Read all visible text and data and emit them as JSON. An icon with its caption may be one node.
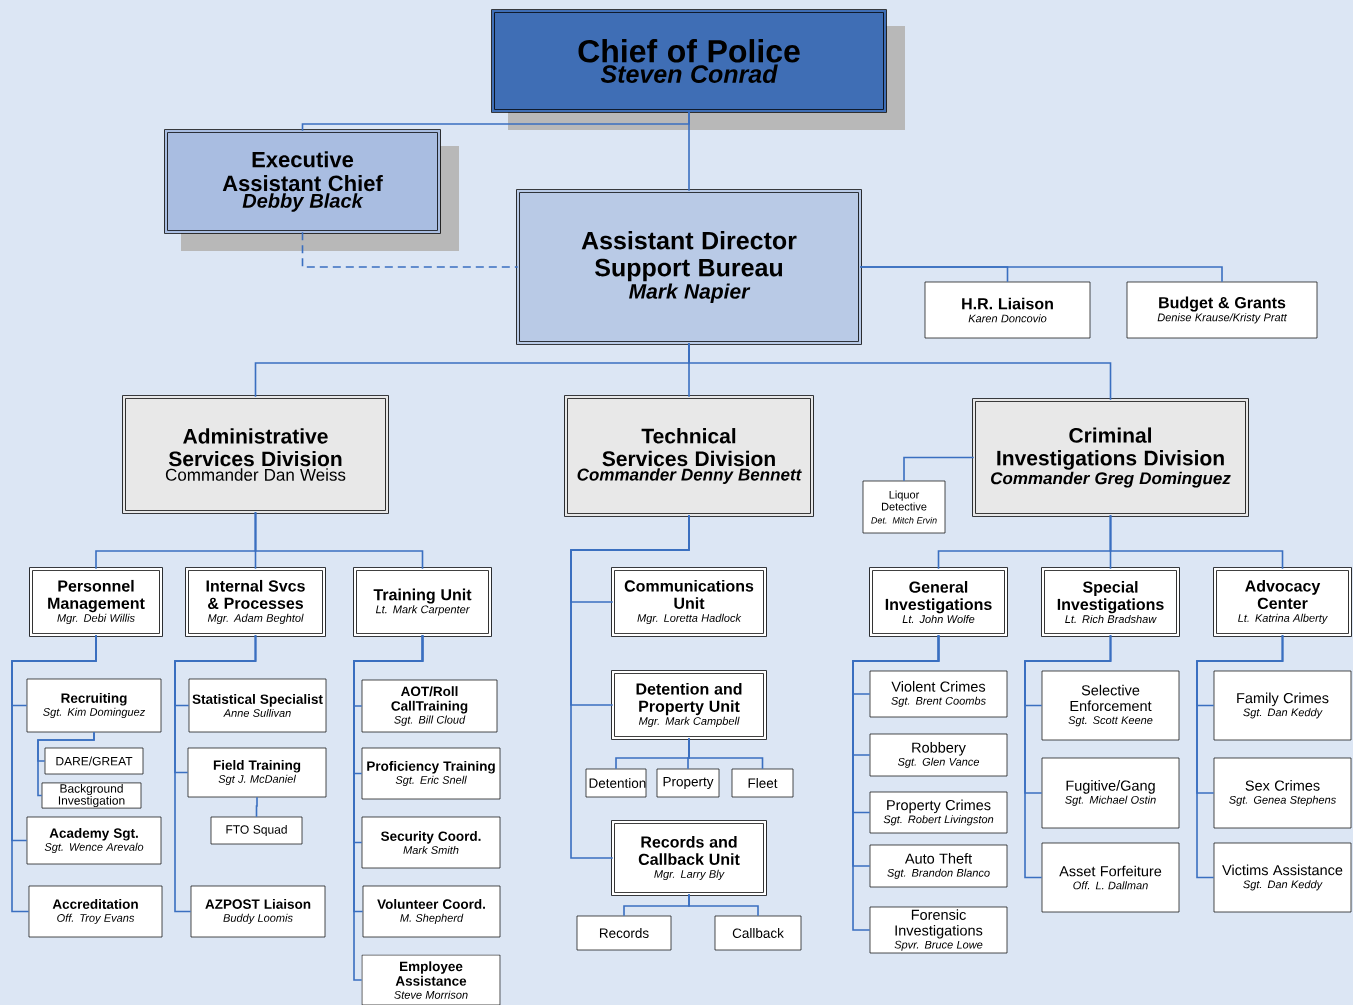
{
  "diagram": {
    "nodes": [
      {
        "text": [
          "Chief of Police",
          "Steven Conrad"
        ]
      },
      {
        "text": [
          "Executive Assistant Chief",
          "Debby Black"
        ]
      },
      {
        "text": [
          "Assistant Director Support Bureau",
          "Mark Napier"
        ]
      },
      {
        "text": [
          "H.R. Liaison",
          "Karen Doncovio"
        ]
      },
      {
        "text": [
          "Budget & Grants",
          "Denise Krause/Kristy Pratt"
        ]
      },
      {
        "text": [
          "Administrative Services Division",
          "Commander Dan Weiss"
        ]
      },
      {
        "text": [
          "Technical Services Division",
          "Commander Denny Bennett"
        ]
      },
      {
        "text": [
          "Criminal Investigations Division",
          "Commander Greg Dominguez"
        ]
      },
      {
        "text": [
          "Liquor Detective",
          "Det. Mitch Ervin"
        ]
      },
      {
        "text": [
          "Personnel Management",
          "Mgr. Debi Willis"
        ]
      },
      {
        "text": [
          "Internal Svcs & Processes",
          "Mgr. Adam Beghtol"
        ]
      },
      {
        "text": [
          "Training Unit",
          "Lt. Mark Carpenter"
        ]
      },
      {
        "text": [
          "Recruiting",
          "Sgt. Kim Dominguez"
        ]
      },
      {
        "text": [
          "DARE/GREAT"
        ]
      },
      {
        "text": [
          "Background Investigation"
        ]
      },
      {
        "text": [
          "Academy Sgt.",
          "Sgt. Wence Arevalo"
        ]
      },
      {
        "text": [
          "Accreditation",
          "Off. Troy Evans"
        ]
      },
      {
        "text": [
          "Statistical Specialist",
          "Anne Sullivan"
        ]
      },
      {
        "text": [
          "Field Training",
          "Sgt J. McDaniel"
        ]
      },
      {
        "text": [
          "FTO Squad"
        ]
      },
      {
        "text": [
          "AZPOST Liaison",
          "Buddy Loomis"
        ]
      },
      {
        "text": [
          "AOT/Roll CallTraining",
          "Sgt. Bill Cloud"
        ]
      },
      {
        "text": [
          "Proficiency Training",
          "Sgt. Eric Snell"
        ]
      },
      {
        "text": [
          "Security Coord.",
          "Mark Smith"
        ]
      },
      {
        "text": [
          "Volunteer Coord.",
          "M. Shepherd"
        ]
      },
      {
        "text": [
          "Employee Assistance",
          "Steve Morrison"
        ]
      },
      {
        "text": [
          "Communications Unit",
          "Mgr. Loretta Hadlock"
        ]
      },
      {
        "text": [
          "Detention and Property Unit",
          "Mgr. Mark Campbell"
        ]
      },
      {
        "text": [
          "Detention"
        ]
      },
      {
        "text": [
          "Property"
        ]
      },
      {
        "text": [
          "Fleet"
        ]
      },
      {
        "text": [
          "Records and Callback Unit",
          "Mgr. Larry Bly"
        ]
      },
      {
        "text": [
          "Records"
        ]
      },
      {
        "text": [
          "Callback"
        ]
      },
      {
        "text": [
          "General Investigations",
          "Lt. John Wolfe"
        ]
      },
      {
        "text": [
          "Special Investigations",
          "Lt. Rich Bradshaw"
        ]
      },
      {
        "text": [
          "Advocacy Center",
          "Lt. Katrina Alberty"
        ]
      },
      {
        "text": [
          "Violent Crimes",
          "Sgt. Brent Coombs"
        ]
      },
      {
        "text": [
          "Robbery",
          "Sgt. Glen Vance"
        ]
      },
      {
        "text": [
          "Property Crimes",
          "Sgt. Robert Livingston"
        ]
      },
      {
        "text": [
          "Auto Theft",
          "Sgt. Brandon Blanco"
        ]
      },
      {
        "text": [
          "Forensic Investigations",
          "Spvr. Bruce Lowe"
        ]
      },
      {
        "text": [
          "Selective Enforcement",
          "Sgt. Scott Keene"
        ]
      },
      {
        "text": [
          "Fugitive/Gang",
          "Sgt. Michael Ostin"
        ]
      },
      {
        "text": [
          "Asset Forfeiture",
          "Off. L. Dallman"
        ]
      },
      {
        "text": [
          "Family Crimes",
          "Sgt. Dan Keddy"
        ]
      },
      {
        "text": [
          "Sex Crimes",
          "Sgt. Genea Stephens"
        ]
      },
      {
        "text": [
          "Victims Assistance",
          "Sgt. Dan Keddy"
        ]
      }
    ],
    "edges": [
      {
        "from": 0,
        "to": 1,
        "arrow": "none"
      },
      {
        "from": 0,
        "to": 2,
        "arrow": "none"
      },
      {
        "from": 1,
        "to": 2,
        "arrow": "none",
        "style": "dashed"
      },
      {
        "from": 2,
        "to": 3,
        "arrow": "none"
      },
      {
        "from": 2,
        "to": 4,
        "arrow": "none"
      },
      {
        "from": 2,
        "to": 5,
        "arrow": "none"
      },
      {
        "from": 2,
        "to": 6,
        "arrow": "none"
      },
      {
        "from": 2,
        "to": 7,
        "arrow": "none"
      },
      {
        "from": 7,
        "to": 8,
        "arrow": "none"
      },
      {
        "from": 5,
        "to": 9,
        "arrow": "none"
      },
      {
        "from": 5,
        "to": 10,
        "arrow": "none"
      },
      {
        "from": 5,
        "to": 11,
        "arrow": "none"
      },
      {
        "from": 9,
        "to": 12,
        "arrow": "none"
      },
      {
        "from": 12,
        "to": 13,
        "arrow": "none"
      },
      {
        "from": 12,
        "to": 14,
        "arrow": "none"
      },
      {
        "from": 9,
        "to": 15,
        "arrow": "none"
      },
      {
        "from": 9,
        "to": 16,
        "arrow": "none"
      },
      {
        "from": 10,
        "to": 17,
        "arrow": "none"
      },
      {
        "from": 10,
        "to": 18,
        "arrow": "none"
      },
      {
        "from": 18,
        "to": 19,
        "arrow": "none"
      },
      {
        "from": 10,
        "to": 20,
        "arrow": "none"
      },
      {
        "from": 11,
        "to": 21,
        "arrow": "none"
      },
      {
        "from": 11,
        "to": 22,
        "arrow": "none"
      },
      {
        "from": 11,
        "to": 23,
        "arrow": "none"
      },
      {
        "from": 11,
        "to": 24,
        "arrow": "none"
      },
      {
        "from": 11,
        "to": 25,
        "arrow": "none"
      },
      {
        "from": 6,
        "to": 26,
        "arrow": "none"
      },
      {
        "from": 6,
        "to": 27,
        "arrow": "none"
      },
      {
        "from": 27,
        "to": 28,
        "arrow": "none"
      },
      {
        "from": 27,
        "to": 29,
        "arrow": "none"
      },
      {
        "from": 27,
        "to": 30,
        "arrow": "none"
      },
      {
        "from": 6,
        "to": 31,
        "arrow": "none"
      },
      {
        "from": 31,
        "to": 32,
        "arrow": "none"
      },
      {
        "from": 31,
        "to": 33,
        "arrow": "none"
      },
      {
        "from": 7,
        "to": 34,
        "arrow": "none"
      },
      {
        "from": 7,
        "to": 35,
        "arrow": "none"
      },
      {
        "from": 7,
        "to": 36,
        "arrow": "none"
      },
      {
        "from": 34,
        "to": 37,
        "arrow": "none"
      },
      {
        "from": 34,
        "to": 38,
        "arrow": "none"
      },
      {
        "from": 34,
        "to": 39,
        "arrow": "none"
      },
      {
        "from": 34,
        "to": 40,
        "arrow": "none"
      },
      {
        "from": 34,
        "to": 41,
        "arrow": "none"
      },
      {
        "from": 35,
        "to": 42,
        "arrow": "none"
      },
      {
        "from": 35,
        "to": 43,
        "arrow": "none"
      },
      {
        "from": 35,
        "to": 44,
        "arrow": "none"
      },
      {
        "from": 36,
        "to": 45,
        "arrow": "none"
      },
      {
        "from": 36,
        "to": 46,
        "arrow": "none"
      },
      {
        "from": 36,
        "to": 47,
        "arrow": "none"
      }
    ]
  }
}
